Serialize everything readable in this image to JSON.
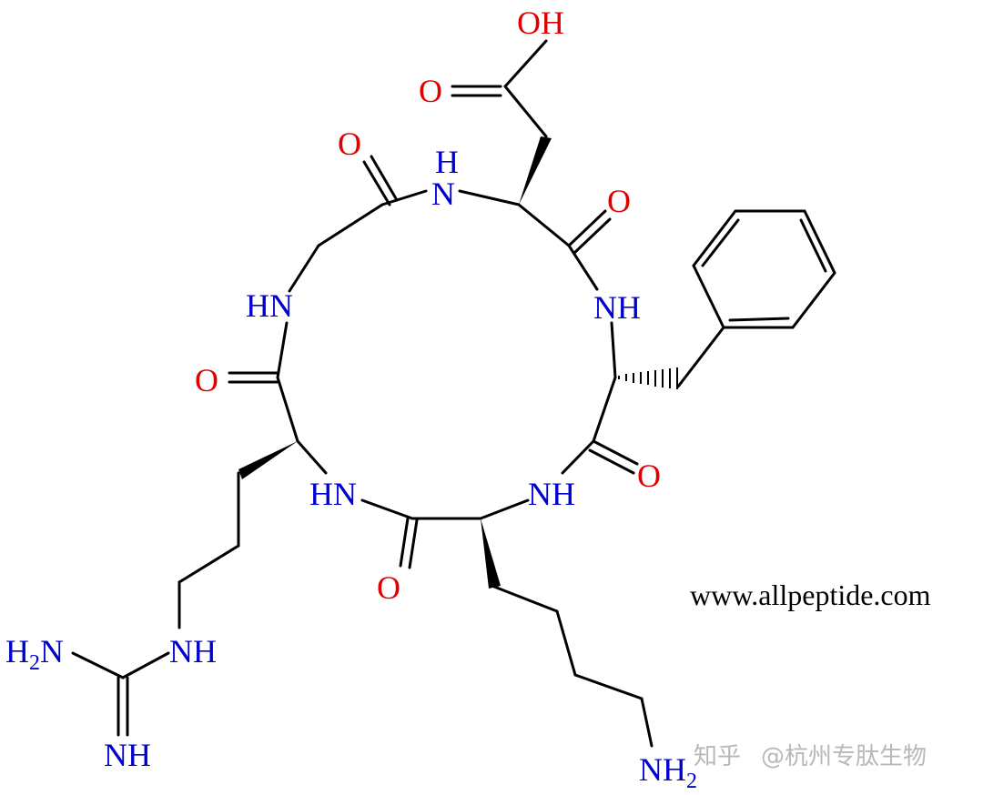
{
  "atom_labels": {
    "oh_top": "OH",
    "o_acid": "O",
    "o_gly": "O",
    "nh_asp": "N",
    "h_asp": "H",
    "o_asp": "O",
    "nh_gly_left": "HN",
    "nh_phe": "NH",
    "o_arg": "O",
    "o_phe": "O",
    "hn_arg": "HN",
    "nh_lys_right": "NH",
    "o_lys": "O",
    "guan_h2n": "H",
    "guan_h2n_sub": "2",
    "guan_h2n_n": "N",
    "guan_nh": "NH",
    "guan_nh_bottom": "NH",
    "lys_nh2": "NH",
    "lys_nh2_sub": "2"
  },
  "site_text": "www.allpeptide.com",
  "watermark": {
    "platform": "知乎",
    "author": "@杭州专肽生物"
  },
  "colors": {
    "nitrogen": "#0000d0",
    "oxygen": "#e00000",
    "bond": "#000000",
    "watermark": "#b8b8b8"
  }
}
